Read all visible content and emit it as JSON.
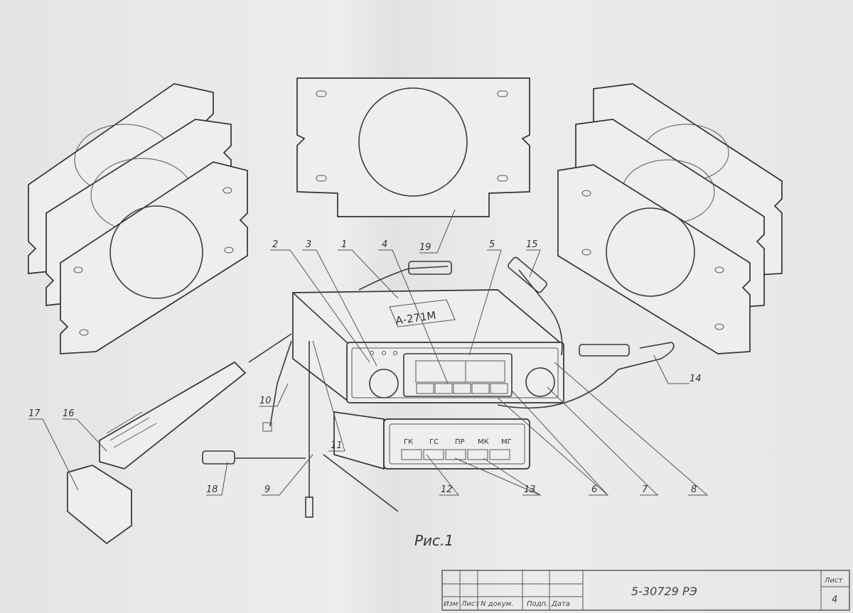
{
  "drawing": {
    "model_plate": "А-271М",
    "figure_caption": "Рис.1",
    "button_marks": [
      "ГК",
      "ГС",
      "ПР",
      "МК",
      "МГ"
    ],
    "callouts": {
      "c1": "1",
      "c2": "2",
      "c3": "3",
      "c4": "4",
      "c5": "5",
      "c6": "6",
      "c7": "7",
      "c8": "8",
      "c9": "9",
      "c10": "10",
      "c11": "11",
      "c12": "12",
      "c13": "13",
      "c14": "14",
      "c15": "15",
      "c16": "16",
      "c17": "17",
      "c18": "18",
      "c19": "19"
    }
  },
  "title_block": {
    "col_izm": "Изм",
    "col_list": "Лист",
    "col_doc": "N докум.",
    "col_sign": "Подп.",
    "col_date": "Дата",
    "doc_code": "5-30729 РЭ",
    "sheet_label": "Лист",
    "sheet_number": "4"
  }
}
